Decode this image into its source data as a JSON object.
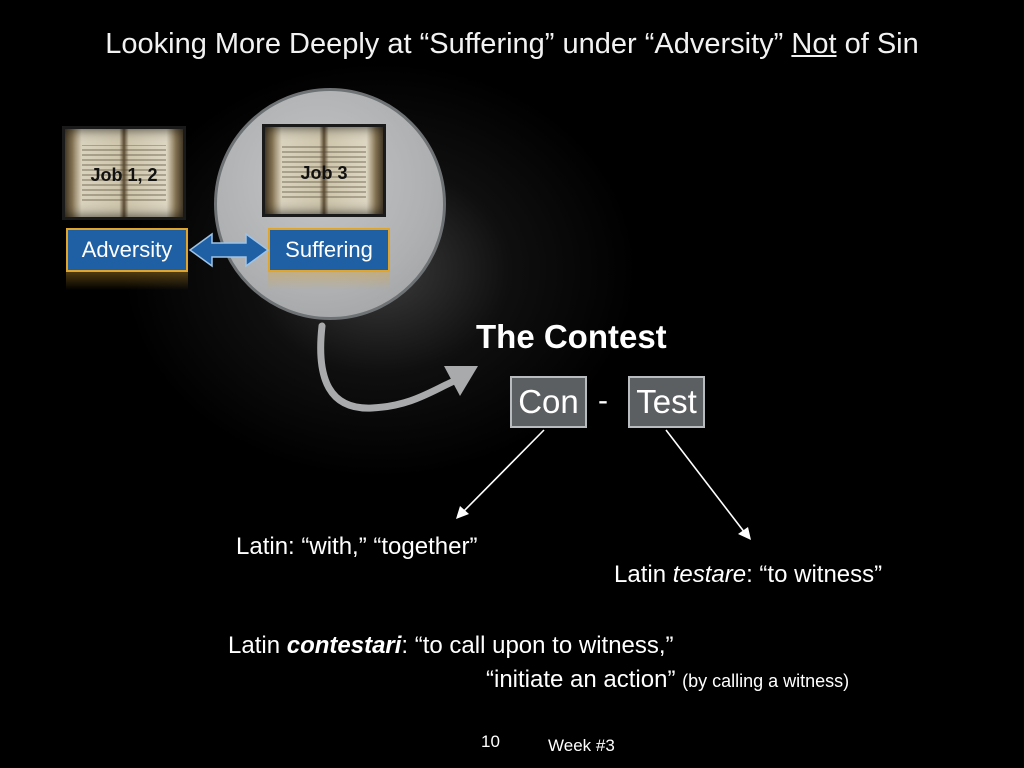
{
  "slide": {
    "title_pre": "Looking More Deeply at “Suffering” under “Adversity” ",
    "title_underline": "Not",
    "title_post": " of Sin"
  },
  "books": {
    "left_label": "Job 1, 2",
    "right_label": "Job 3"
  },
  "tags": {
    "adversity": "Adversity",
    "suffering": "Suffering"
  },
  "contest": {
    "heading": "The Contest",
    "prefix": "Con",
    "separator": "-",
    "root": "Test"
  },
  "notes": {
    "con_meaning": "Latin:  “with,” “together”",
    "test_prefix": "Latin ",
    "test_word": "testare",
    "test_meaning": ": “to witness”",
    "contestari_prefix": "Latin ",
    "contestari_word": "contestari",
    "contestari_meaning": ": “to call upon to witness,”",
    "contestari_line2": "“initiate an action”",
    "contestari_paren": "(by calling a witness)"
  },
  "footer": {
    "page_number": "10",
    "week": "Week #3"
  },
  "colors": {
    "background": "#000000",
    "tag_fill": "#1f5fa3",
    "tag_border": "#e0a52a",
    "circle": "#b0b2b4",
    "word_box": "#5c5f62"
  }
}
